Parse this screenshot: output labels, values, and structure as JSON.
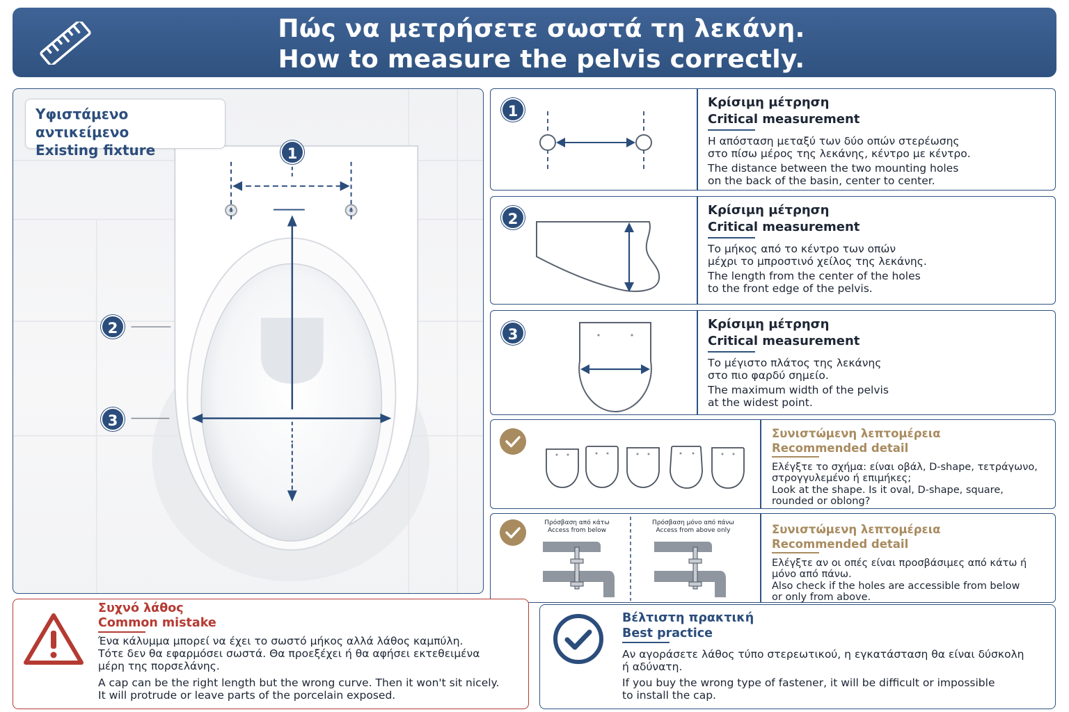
{
  "header": {
    "title_gr": "Πώς να μετρήσετε σωστά τη λεκάνη.",
    "title_en": "How to measure the pelvis correctly.",
    "icon": "ruler-icon"
  },
  "fixture": {
    "label_gr": "Υφιστάμενο αντικείμενο",
    "label_en": "Existing fixture",
    "markers": [
      "1",
      "2",
      "3"
    ]
  },
  "steps": [
    {
      "number": "1",
      "title_gr": "Κρίσιμη μέτρηση",
      "title_en": "Critical measurement",
      "body_gr": [
        "Η απόσταση μεταξύ των δύο οπών στερέωσης",
        "στο πίσω μέρος της λεκάνης, κέντρο με κέντρο."
      ],
      "body_en": [
        "The distance between the two mounting holes",
        "on the back of the basin, center to center."
      ]
    },
    {
      "number": "2",
      "title_gr": "Κρίσιμη μέτρηση",
      "title_en": "Critical measurement",
      "body_gr": [
        "Το μήκος από το κέντρο των οπών",
        "μέχρι το μπροστινό χείλος της λεκάνης."
      ],
      "body_en": [
        "The length from the center of the holes",
        "to the front edge of the pelvis."
      ]
    },
    {
      "number": "3",
      "title_gr": "Κρίσιμη μέτρηση",
      "title_en": "Critical measurement",
      "body_gr": [
        "Το μέγιστο πλάτος της λεκάνης",
        "στο πιο φαρδύ σημείο."
      ],
      "body_en": [
        "The maximum width of the pelvis",
        "at the widest point."
      ]
    }
  ],
  "recommended": [
    {
      "title_gr": "Συνιστώμενη λεπτομέρεια",
      "title_en": "Recommended detail",
      "body_gr": [
        "Ελέγξτε το σχήμα: είναι οβάλ, D-shape, τετράγωνο,",
        "στρογγυλεμένο ή επιμήκες;"
      ],
      "body_en": [
        "Look at the shape. Is it oval, D-shape, square,",
        "rounded or oblong?"
      ]
    },
    {
      "title_gr": "Συνιστώμενη λεπτομέρεια",
      "title_en": "Recommended detail",
      "body_gr": [
        "Ελέγξτε αν οι οπές είναι προσβάσιμες από κάτω ή",
        "μόνο από πάνω."
      ],
      "body_en": [
        "Also check if the holes are accessible from below",
        "or only from above."
      ],
      "access_below_gr": "Πρόσβαση από κάτω",
      "access_below_en": "Access from below",
      "access_above_gr": "Πρόσβαση μόνο από πάνω",
      "access_above_en": "Access from above only"
    }
  ],
  "mistake": {
    "title_gr": "Συχνό λάθος",
    "title_en": "Common mistake",
    "body_gr": [
      "Ένα κάλυμμα μπορεί να έχει το σωστό μήκος αλλά λάθος καμπύλη.",
      "Τότε δεν θα εφαρμόσει σωστά. Θα προεξέχει ή θα αφήσει εκτεθειμένα",
      "μέρη της πορσελάνης."
    ],
    "body_en": [
      "A cap can be the right length but the wrong curve. Then it won't sit nicely.",
      "It will protrude or leave parts of the porcelain exposed."
    ],
    "icon": "warning-icon"
  },
  "best": {
    "title_gr": "Βέλτιστη πρακτική",
    "title_en": "Best practice",
    "body_gr": [
      "Αν αγοράσετε λάθος τύπο στερεωτικού, η εγκατάσταση θα είναι δύσκολη",
      "ή αδύνατη."
    ],
    "body_en": [
      "If you buy the wrong type of fastener, it will be difficult or impossible",
      "to install the cap."
    ],
    "icon": "checkmark-circle-icon"
  },
  "colors": {
    "navy": "#2b4d7c",
    "gold": "#a88b5f",
    "red": "#b53a32"
  }
}
